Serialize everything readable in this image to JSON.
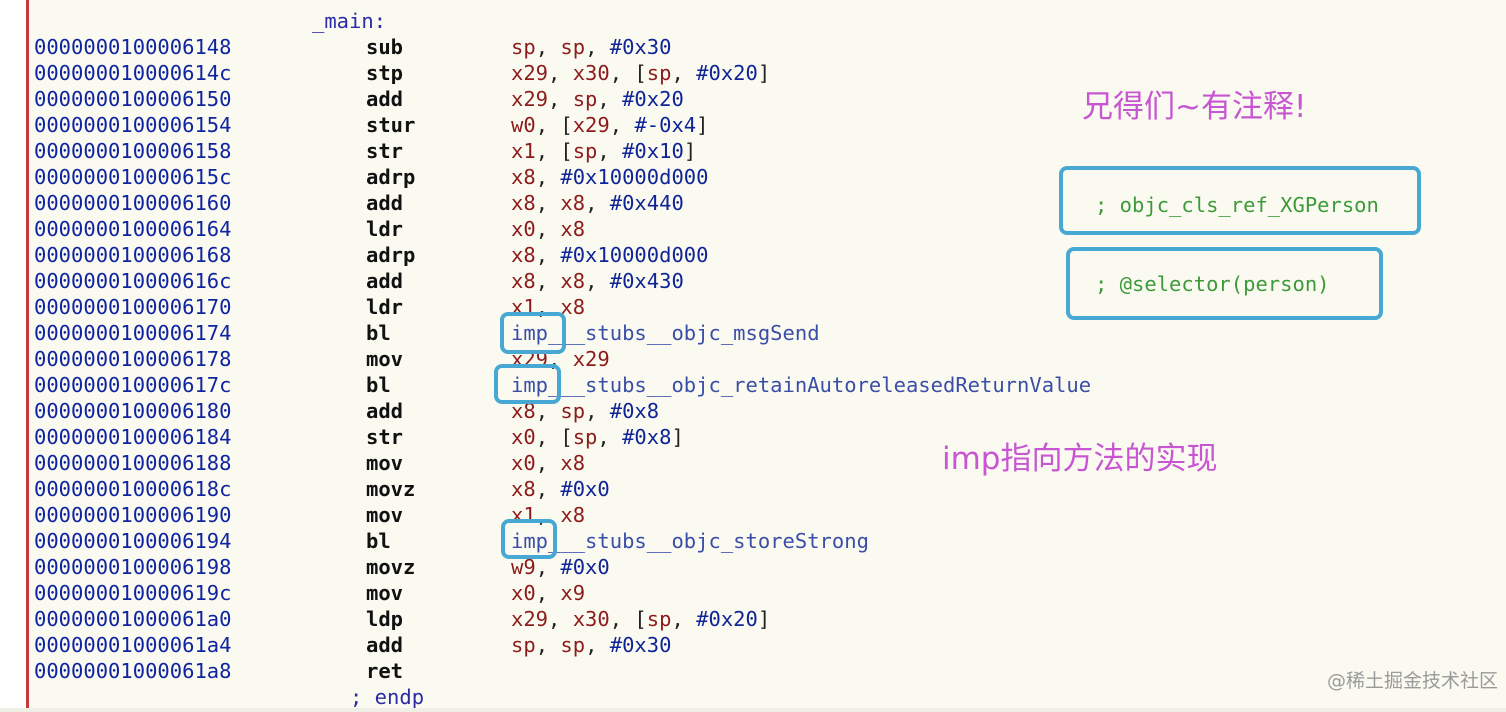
{
  "function_label": "_main:",
  "end_label": "; endp",
  "instructions": [
    {
      "addr": "0000000100006148",
      "mnem": "sub",
      "ops": [
        [
          "r",
          "sp"
        ],
        [
          "p",
          ", "
        ],
        [
          "r",
          "sp"
        ],
        [
          "p",
          ", "
        ],
        [
          "i",
          "#0x30"
        ]
      ]
    },
    {
      "addr": "000000010000614c",
      "mnem": "stp",
      "ops": [
        [
          "r",
          "x29"
        ],
        [
          "p",
          ", "
        ],
        [
          "r",
          "x30"
        ],
        [
          "p",
          ", ["
        ],
        [
          "r",
          "sp"
        ],
        [
          "p",
          ", "
        ],
        [
          "i",
          "#0x20"
        ],
        [
          "p",
          "]"
        ]
      ]
    },
    {
      "addr": "0000000100006150",
      "mnem": "add",
      "ops": [
        [
          "r",
          "x29"
        ],
        [
          "p",
          ", "
        ],
        [
          "r",
          "sp"
        ],
        [
          "p",
          ", "
        ],
        [
          "i",
          "#0x20"
        ]
      ]
    },
    {
      "addr": "0000000100006154",
      "mnem": "stur",
      "ops": [
        [
          "r",
          "w0"
        ],
        [
          "p",
          ", ["
        ],
        [
          "r",
          "x29"
        ],
        [
          "p",
          ", "
        ],
        [
          "i",
          "#-0x4"
        ],
        [
          "p",
          "]"
        ]
      ]
    },
    {
      "addr": "0000000100006158",
      "mnem": "str",
      "ops": [
        [
          "r",
          "x1"
        ],
        [
          "p",
          ", ["
        ],
        [
          "r",
          "sp"
        ],
        [
          "p",
          ", "
        ],
        [
          "i",
          "#0x10"
        ],
        [
          "p",
          "]"
        ]
      ]
    },
    {
      "addr": "000000010000615c",
      "mnem": "adrp",
      "ops": [
        [
          "r",
          "x8"
        ],
        [
          "p",
          ", "
        ],
        [
          "i",
          "#0x10000d000"
        ]
      ]
    },
    {
      "addr": "0000000100006160",
      "mnem": "add",
      "ops": [
        [
          "r",
          "x8"
        ],
        [
          "p",
          ", "
        ],
        [
          "r",
          "x8"
        ],
        [
          "p",
          ", "
        ],
        [
          "i",
          "#0x440"
        ]
      ]
    },
    {
      "addr": "0000000100006164",
      "mnem": "ldr",
      "ops": [
        [
          "r",
          "x0"
        ],
        [
          "p",
          ", "
        ],
        [
          "r",
          "x8"
        ]
      ]
    },
    {
      "addr": "0000000100006168",
      "mnem": "adrp",
      "ops": [
        [
          "r",
          "x8"
        ],
        [
          "p",
          ", "
        ],
        [
          "i",
          "#0x10000d000"
        ]
      ]
    },
    {
      "addr": "000000010000616c",
      "mnem": "add",
      "ops": [
        [
          "r",
          "x8"
        ],
        [
          "p",
          ", "
        ],
        [
          "r",
          "x8"
        ],
        [
          "p",
          ", "
        ],
        [
          "i",
          "#0x430"
        ]
      ]
    },
    {
      "addr": "0000000100006170",
      "mnem": "ldr",
      "ops": [
        [
          "r",
          "x1"
        ],
        [
          "p",
          ", "
        ],
        [
          "r",
          "x8"
        ]
      ]
    },
    {
      "addr": "0000000100006174",
      "mnem": "bl",
      "ops": [
        [
          "s",
          "imp___stubs__objc_msgSend"
        ]
      ]
    },
    {
      "addr": "0000000100006178",
      "mnem": "mov",
      "ops": [
        [
          "r",
          "x29"
        ],
        [
          "p",
          ", "
        ],
        [
          "r",
          "x29"
        ]
      ]
    },
    {
      "addr": "000000010000617c",
      "mnem": "bl",
      "ops": [
        [
          "s",
          "imp___stubs__objc_retainAutoreleasedReturnValue"
        ]
      ]
    },
    {
      "addr": "0000000100006180",
      "mnem": "add",
      "ops": [
        [
          "r",
          "x8"
        ],
        [
          "p",
          ", "
        ],
        [
          "r",
          "sp"
        ],
        [
          "p",
          ", "
        ],
        [
          "i",
          "#0x8"
        ]
      ]
    },
    {
      "addr": "0000000100006184",
      "mnem": "str",
      "ops": [
        [
          "r",
          "x0"
        ],
        [
          "p",
          ", ["
        ],
        [
          "r",
          "sp"
        ],
        [
          "p",
          ", "
        ],
        [
          "i",
          "#0x8"
        ],
        [
          "p",
          "]"
        ]
      ]
    },
    {
      "addr": "0000000100006188",
      "mnem": "mov",
      "ops": [
        [
          "r",
          "x0"
        ],
        [
          "p",
          ", "
        ],
        [
          "r",
          "x8"
        ]
      ]
    },
    {
      "addr": "000000010000618c",
      "mnem": "movz",
      "ops": [
        [
          "r",
          "x8"
        ],
        [
          "p",
          ", "
        ],
        [
          "i",
          "#0x0"
        ]
      ]
    },
    {
      "addr": "0000000100006190",
      "mnem": "mov",
      "ops": [
        [
          "r",
          "x1"
        ],
        [
          "p",
          ", "
        ],
        [
          "r",
          "x8"
        ]
      ]
    },
    {
      "addr": "0000000100006194",
      "mnem": "bl",
      "ops": [
        [
          "s",
          "imp___stubs__objc_storeStrong"
        ]
      ]
    },
    {
      "addr": "0000000100006198",
      "mnem": "movz",
      "ops": [
        [
          "r",
          "w9"
        ],
        [
          "p",
          ", "
        ],
        [
          "i",
          "#0x0"
        ]
      ]
    },
    {
      "addr": "000000010000619c",
      "mnem": "mov",
      "ops": [
        [
          "r",
          "x0"
        ],
        [
          "p",
          ", "
        ],
        [
          "r",
          "x9"
        ]
      ]
    },
    {
      "addr": "00000001000061a0",
      "mnem": "ldp",
      "ops": [
        [
          "r",
          "x29"
        ],
        [
          "p",
          ", "
        ],
        [
          "r",
          "x30"
        ],
        [
          "p",
          ", ["
        ],
        [
          "r",
          "sp"
        ],
        [
          "p",
          ", "
        ],
        [
          "i",
          "#0x20"
        ],
        [
          "p",
          "]"
        ]
      ]
    },
    {
      "addr": "00000001000061a4",
      "mnem": "add",
      "ops": [
        [
          "r",
          "sp"
        ],
        [
          "p",
          ", "
        ],
        [
          "r",
          "sp"
        ],
        [
          "p",
          ", "
        ],
        [
          "i",
          "#0x30"
        ]
      ]
    },
    {
      "addr": "00000001000061a8",
      "mnem": "ret",
      "ops": []
    }
  ],
  "annotations": {
    "top_note": "兄得们~有注释!",
    "mid_note": "imp指向方法的实现",
    "callout_cls": "; objc_cls_ref_XGPerson",
    "callout_sel": "; @selector(person)"
  },
  "watermark": "@稀土掘金技术社区",
  "colors": {
    "background": "#fbfaf0",
    "address": "#0f24a0",
    "register": "#8c1b1b",
    "immediate": "#0f2496",
    "symbol": "#3a4ea8",
    "comment_green": "#3d9a3a",
    "annotation_pink": "#c856d2",
    "highlight_blue": "#47a9d3",
    "gutter_red": "#c63a3a"
  }
}
